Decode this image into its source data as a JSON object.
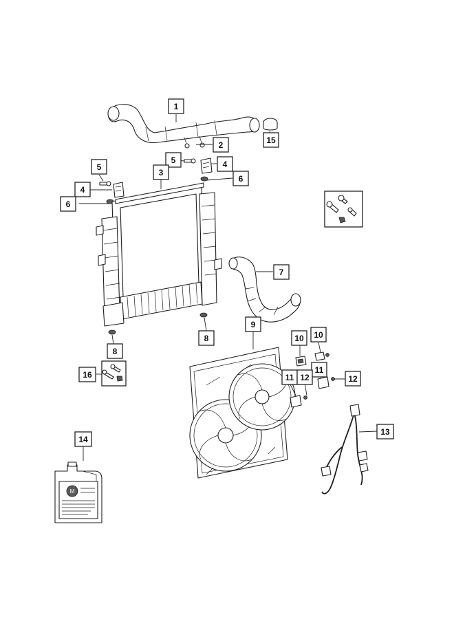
{
  "callouts": {
    "c1": "1",
    "c2": "2",
    "c3": "3",
    "c4a": "4",
    "c4b": "4",
    "c5a": "5",
    "c5b": "5",
    "c6a": "6",
    "c6b": "6",
    "c7": "7",
    "c8a": "8",
    "c8b": "8",
    "c9": "9",
    "c10a": "10",
    "c10b": "10",
    "c11a": "11",
    "c11b": "11",
    "c12a": "12",
    "c12b": "12",
    "c13": "13",
    "c14": "14",
    "c15": "15",
    "c16": "16"
  },
  "icons": {
    "upper-hose": "upper-radiator-hose",
    "radiator": "radiator",
    "lower-hose": "lower-radiator-hose",
    "fan-module": "cooling-fan-module",
    "coolant-jug": "coolant-container",
    "wiring-harness": "wiring-harness"
  }
}
